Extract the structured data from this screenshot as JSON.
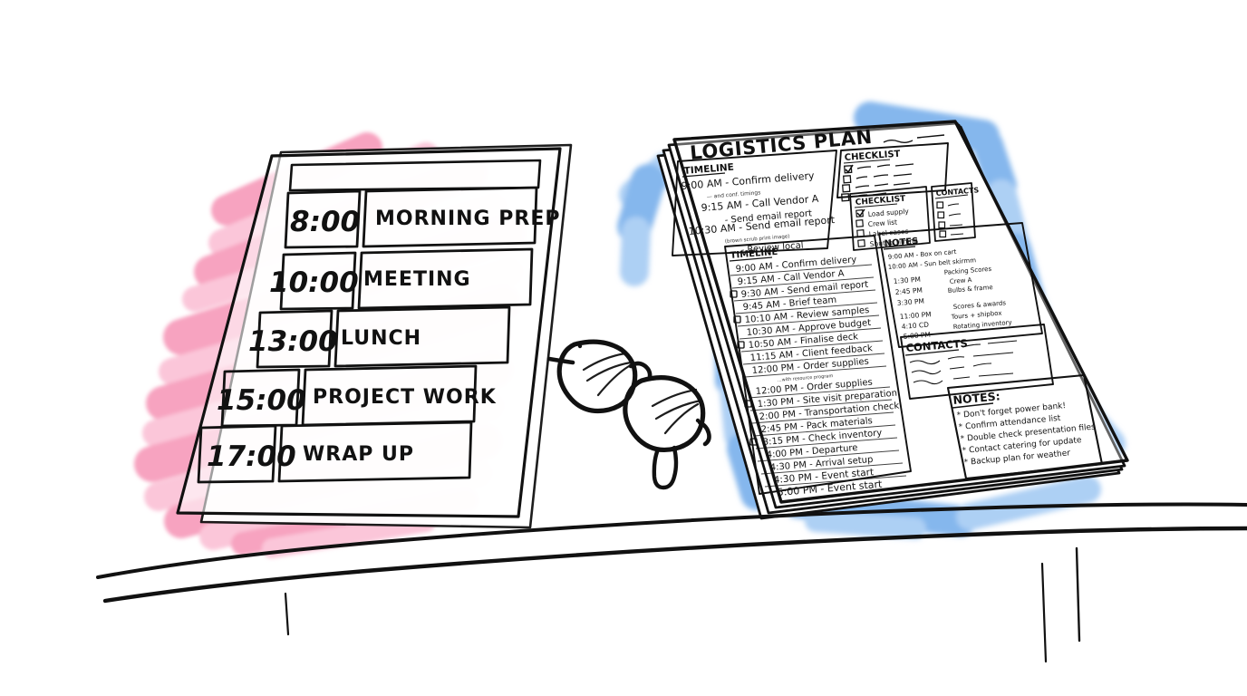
{
  "scene": {
    "title": "Hand-drawn desk scene with schedule sheet, eyeglasses and logistics plan papers",
    "background_color": "#FFFFFF",
    "ink_color": "#111111",
    "pink_highlight_color": "#F79CBB",
    "pink_highlight_light": "#FBC2D6",
    "blue_highlight_color": "#7FB4EC",
    "blue_highlight_light": "#A9CEF4",
    "paper_color": "#FFFFFF"
  },
  "schedule_sheet": {
    "name": "schedule-sheet",
    "header_bar_label": "",
    "rows": [
      {
        "time": "8:00",
        "activity": "MORNING PREP"
      },
      {
        "time": "10:00",
        "activity": "MEETING"
      },
      {
        "time": "13:00",
        "activity": "LUNCH"
      },
      {
        "time": "15:00",
        "activity": "PROJECT WORK"
      },
      {
        "time": "17:00",
        "activity": "WRAP UP"
      }
    ]
  },
  "glasses": {
    "name": "eyeglasses",
    "label": "eyeglasses"
  },
  "logistics_plan": {
    "title": "LOGISTICS PLAN",
    "sheet_count": 4,
    "top_left_section": {
      "heading": "TIMELINE",
      "entries": [
        {
          "text": "9:00 AM - Confirm delivery",
          "sub": "— and conf. timings"
        },
        {
          "text": "9:15 AM - Call Vendor A",
          "sub": "- Send email report"
        },
        {
          "text": "10:30 AM - Send email report",
          "sub": "(brown scrub print image)"
        },
        {
          "text": "- Review local",
          "sub": ""
        }
      ]
    },
    "top_right_section": {
      "heading": "CHECKLIST",
      "items": [
        {
          "label": "",
          "checked": true
        },
        {
          "label": "",
          "checked": false
        },
        {
          "label": "",
          "checked": false
        },
        {
          "label": "",
          "checked": false
        }
      ]
    },
    "mid_checklist_box": {
      "heading": "CHECKLIST",
      "items": [
        {
          "label": "Load supply",
          "checked": true
        },
        {
          "label": "Crew list",
          "checked": false
        },
        {
          "label": "Label cases",
          "checked": false
        },
        {
          "label": "Shuttle timing",
          "checked": false
        }
      ]
    },
    "mid_contacts_box": {
      "heading": "CONTACTS",
      "items": [
        {
          "label": "",
          "checked": false
        },
        {
          "label": "",
          "checked": false
        },
        {
          "label": "",
          "checked": false
        },
        {
          "label": "",
          "checked": false
        }
      ]
    },
    "timeline_section": {
      "heading": "TIMELINE",
      "entries": [
        {
          "time": "9:00 AM",
          "text": "Confirm delivery",
          "checkbox": false
        },
        {
          "time": "9:15 AM",
          "text": "Call Vendor A",
          "checkbox": false
        },
        {
          "time": "9:30 AM",
          "text": "Send email report",
          "checkbox": true
        },
        {
          "time": "9:45 AM",
          "text": "Brief team",
          "checkbox": false
        },
        {
          "time": "10:10 AM",
          "text": "Review samples",
          "checkbox": true
        },
        {
          "time": "10:30 AM",
          "text": "Approve budget",
          "checkbox": false
        },
        {
          "time": "10:50 AM",
          "text": "Finalise deck",
          "checkbox": true
        },
        {
          "time": "11:15 AM",
          "text": "Client feedback",
          "checkbox": false
        },
        {
          "time": "12:00 PM",
          "text": "Order supplies",
          "checkbox": false
        },
        {
          "time": "12:00 PM",
          "text": "Order supplies",
          "checkbox": false
        },
        {
          "time": "1:30 PM",
          "text": "Site visit preparation",
          "checkbox": true
        },
        {
          "time": "2:00 PM",
          "text": "Transportation check",
          "checkbox": false
        },
        {
          "time": "2:45 PM",
          "text": "Pack materials",
          "checkbox": false
        },
        {
          "time": "3:15 PM",
          "text": "Check inventory",
          "checkbox": true
        },
        {
          "time": "4:00 PM",
          "text": "Departure",
          "checkbox": false
        },
        {
          "time": "4:30 PM",
          "text": "Arrival setup",
          "checkbox": false
        },
        {
          "time": "4:30 PM",
          "text": "Event start",
          "checkbox": false
        },
        {
          "time": "5:00 PM",
          "text": "Event start",
          "checkbox": false
        }
      ]
    },
    "notes_section": {
      "heading": "NOTES",
      "lines": [
        "9:00 AM  -  Box on cart",
        "10:00 AM  -  Sun belt skirmm",
        "1:30 PM",
        "2:45 PM",
        "3:30 PM",
        "11:00 PM",
        "4:10 CD",
        "5:00 PM"
      ],
      "side_notes": [
        "Packing Scores",
        "Crew A",
        "Bulbs & frame",
        "Scores & awards",
        "Tours + shipbox",
        "Rotating inventory"
      ]
    },
    "contacts_section": {
      "heading": "CONTACTS",
      "line_count": 4
    },
    "notes_box": {
      "heading": "NOTES:",
      "bullet_char": "*",
      "items": [
        "Don't forget power bank!",
        "Confirm attendance list",
        "Double check presentation files",
        "Contact catering for update",
        "Backup plan for weather"
      ]
    }
  },
  "desk": {
    "name": "desk-table",
    "edge_line_count": 2,
    "leg_count": 3
  }
}
